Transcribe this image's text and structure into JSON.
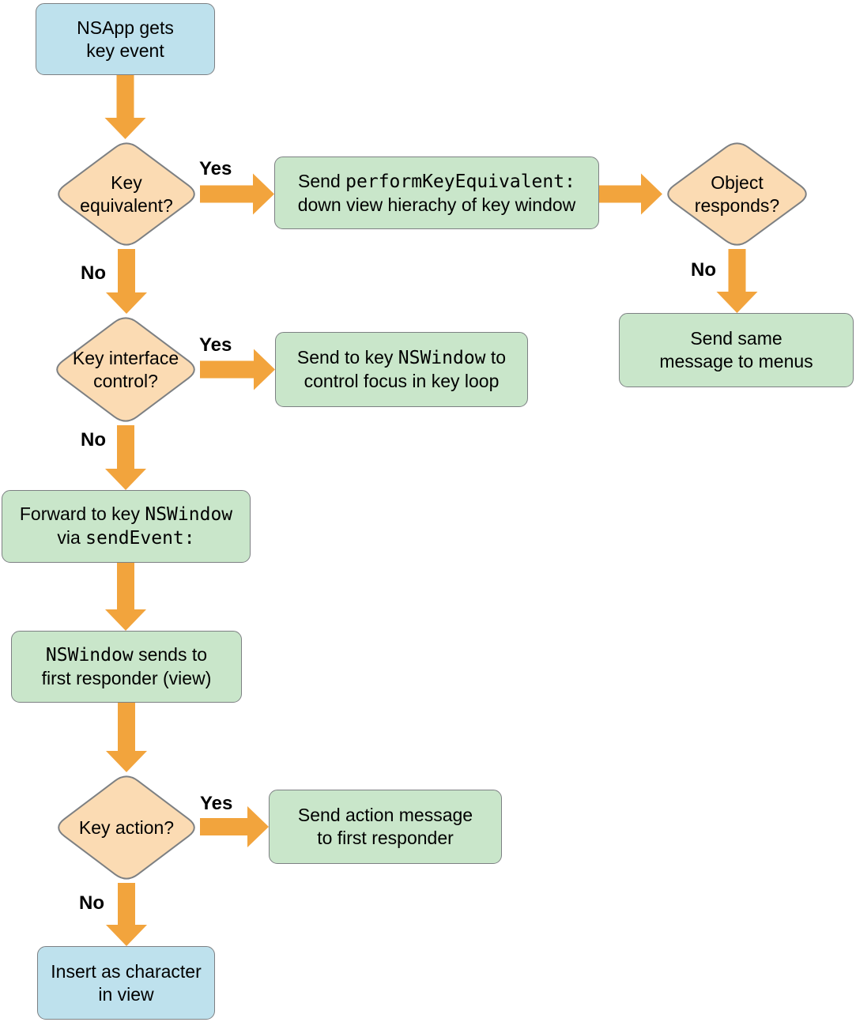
{
  "colors": {
    "blue": "#bee1ed",
    "green": "#c9e6ca",
    "peach": "#fbdbb3",
    "arrow": "#f2a43d",
    "border": "#7d8083",
    "text": "#000000"
  },
  "labels": {
    "yes": "Yes",
    "no": "No"
  },
  "nodes": {
    "start": {
      "parts": [
        {
          "text": "NSApp gets\nkey event"
        }
      ]
    },
    "key_equivalent": {
      "parts": [
        {
          "text": "Key\nequivalent?"
        }
      ]
    },
    "perform_key_equivalent": {
      "parts": [
        {
          "text": "Send "
        },
        {
          "text": "performKeyEquivalent:",
          "mono": true
        },
        {
          "text": "\ndown view hierachy of key window"
        }
      ]
    },
    "object_responds": {
      "parts": [
        {
          "text": "Object\nresponds?"
        }
      ]
    },
    "send_to_menus": {
      "parts": [
        {
          "text": "Send same\nmessage to menus"
        }
      ]
    },
    "key_interface_control": {
      "parts": [
        {
          "text": "Key interface\ncontrol?"
        }
      ]
    },
    "send_to_key_window": {
      "parts": [
        {
          "text": "Send to key "
        },
        {
          "text": "NSWindow",
          "mono": true
        },
        {
          "text": " to\ncontrol focus in key loop"
        }
      ]
    },
    "forward_send_event": {
      "parts": [
        {
          "text": "Forward to key "
        },
        {
          "text": "NSWindow",
          "mono": true
        },
        {
          "text": "\nvia "
        },
        {
          "text": "sendEvent:",
          "mono": true
        }
      ]
    },
    "window_sends_first_responder": {
      "parts": [
        {
          "text": "NSWindow",
          "mono": true
        },
        {
          "text": " sends to\nfirst responder (view)"
        }
      ]
    },
    "key_action": {
      "parts": [
        {
          "text": "Key action?"
        }
      ]
    },
    "send_action_message": {
      "parts": [
        {
          "text": "Send action message\nto first responder"
        }
      ]
    },
    "insert_character": {
      "parts": [
        {
          "text": "Insert as character\nin view"
        }
      ]
    }
  }
}
